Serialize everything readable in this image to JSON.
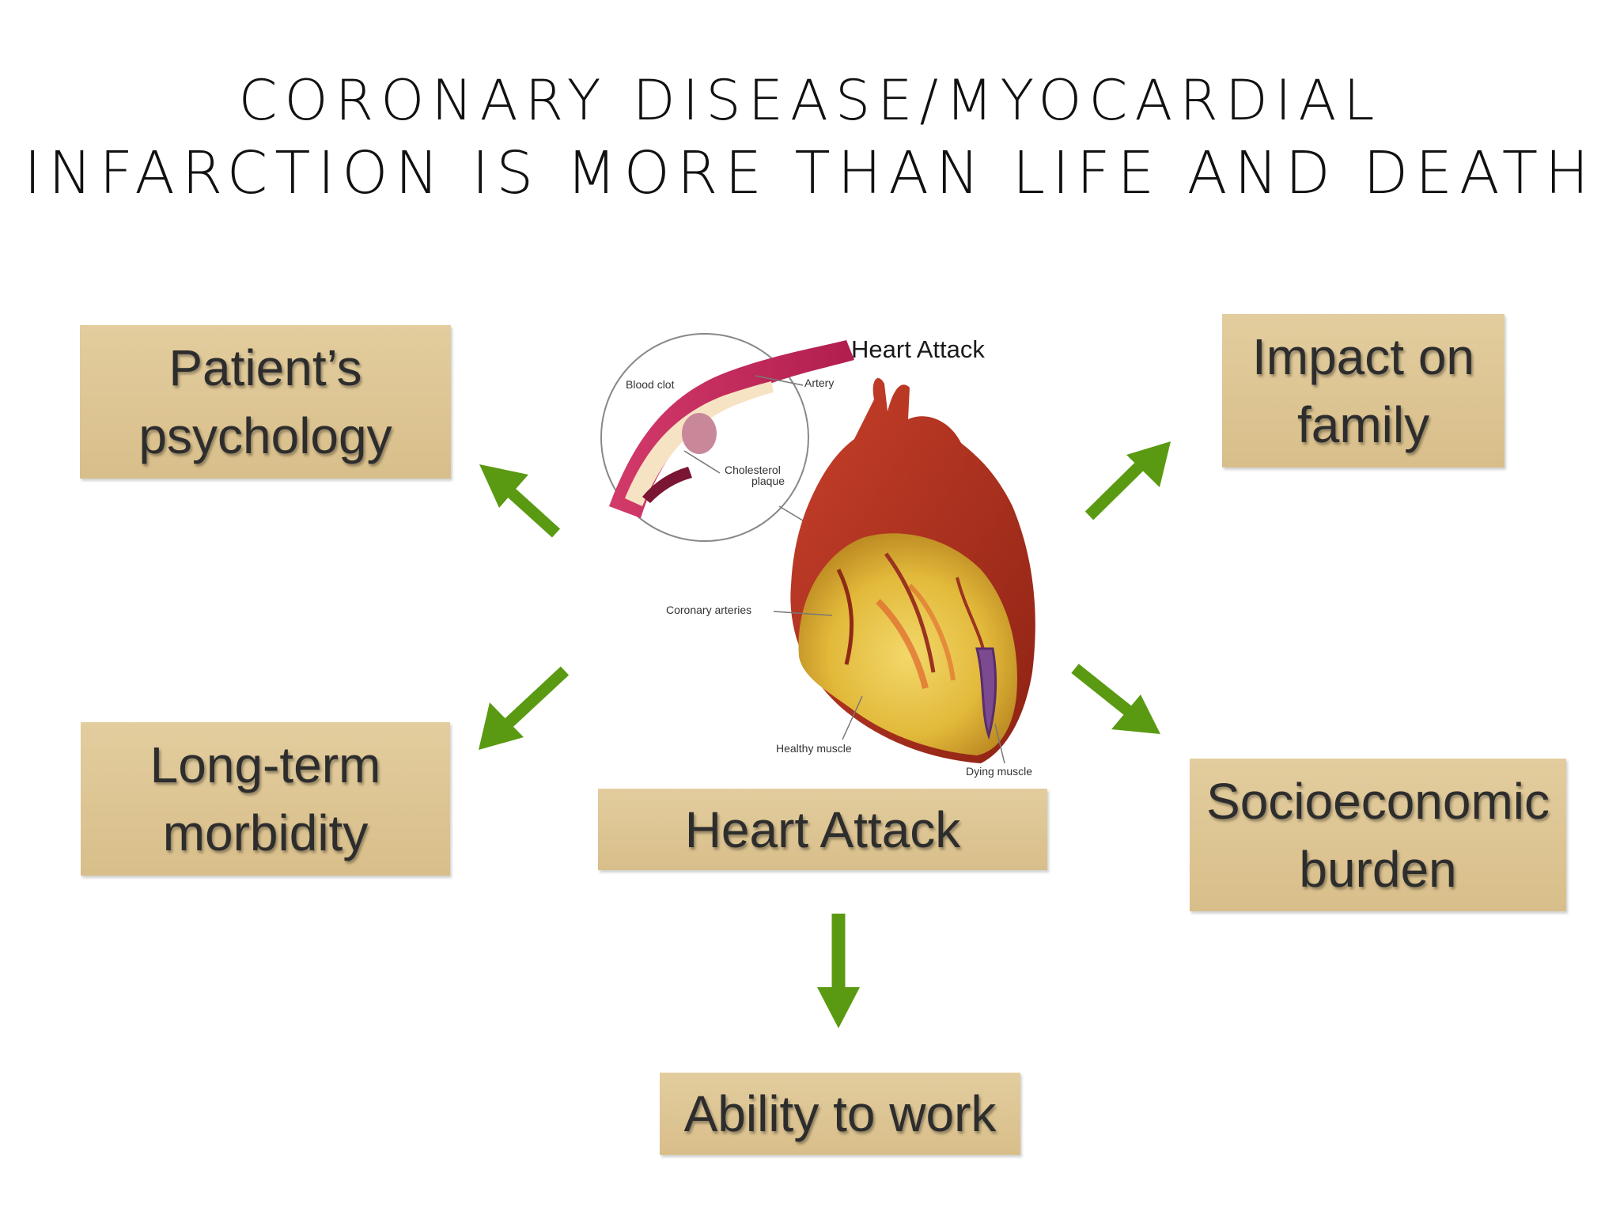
{
  "title": {
    "line1": "CORONARY  DISEASE/MYOCARDIAL",
    "line2": "INFARCTION  IS MORE  THAN  LIFE  AND  DEATH"
  },
  "boxes": {
    "psychology": {
      "line1": "Patient’s",
      "line2": "psychology"
    },
    "family": {
      "line1": "Impact on",
      "line2": "family"
    },
    "morbidity": {
      "line1": "Long-term",
      "line2": "morbidity"
    },
    "socioeconomic": {
      "line1": "Socioeconomic",
      "line2": "burden"
    },
    "center": {
      "label": "Heart Attack"
    },
    "work": {
      "label": "Ability to work"
    }
  },
  "illustration": {
    "title": "Heart Attack",
    "labels": {
      "blood_clot": "Blood clot",
      "artery": "Artery",
      "cholesterol_line1": "Cholesterol",
      "cholesterol_line2": "plaque",
      "coronary": "Coronary arteries",
      "healthy": "Healthy muscle",
      "dying": "Dying muscle"
    }
  },
  "colors": {
    "box_fill": "#dcc38f",
    "arrow": "#5a9a12",
    "heart_red": "#b3321f",
    "heart_yellow": "#e2b93a",
    "artery_pink": "#c4285a"
  }
}
